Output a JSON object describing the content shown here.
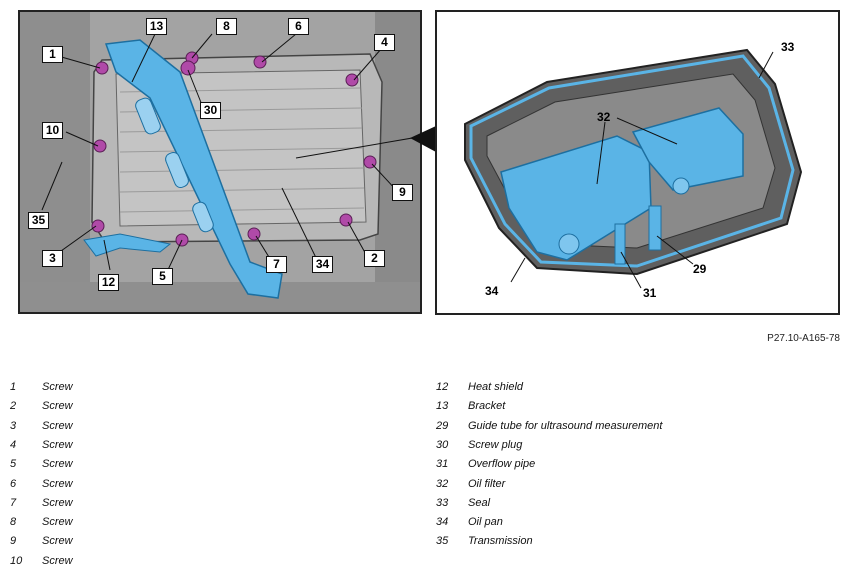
{
  "figure_ref": "P27.10-A165-78",
  "left_callouts": {
    "c1": "1",
    "c2": "2",
    "c3": "3",
    "c4": "4",
    "c5": "5",
    "c6": "6",
    "c7": "7",
    "c8": "8",
    "c9": "9",
    "c10": "10",
    "c12": "12",
    "c13": "13",
    "c30": "30",
    "c34": "34",
    "c35": "35"
  },
  "right_callouts": {
    "c29": "29",
    "c31": "31",
    "c32": "32",
    "c33": "33",
    "c34": "34"
  },
  "legend_left": [
    {
      "num": "1",
      "label": "Screw"
    },
    {
      "num": "2",
      "label": "Screw"
    },
    {
      "num": "3",
      "label": "Screw"
    },
    {
      "num": "4",
      "label": "Screw"
    },
    {
      "num": "5",
      "label": "Screw"
    },
    {
      "num": "6",
      "label": "Screw"
    },
    {
      "num": "7",
      "label": "Screw"
    },
    {
      "num": "8",
      "label": "Screw"
    },
    {
      "num": "9",
      "label": "Screw"
    },
    {
      "num": "10",
      "label": "Screw"
    }
  ],
  "legend_right": [
    {
      "num": "12",
      "label": "Heat shield"
    },
    {
      "num": "13",
      "label": "Bracket"
    },
    {
      "num": "29",
      "label": "Guide tube for ultrasound measurement"
    },
    {
      "num": "30",
      "label": "Screw plug"
    },
    {
      "num": "31",
      "label": "Overflow pipe"
    },
    {
      "num": "32",
      "label": "Oil filter"
    },
    {
      "num": "33",
      "label": "Seal"
    },
    {
      "num": "34",
      "label": "Oil pan"
    },
    {
      "num": "35",
      "label": "Transmission"
    }
  ],
  "colors": {
    "highlight_blue": "#5ab4e6",
    "screw_magenta": "#b04aa8",
    "housing_gray": "#9c9c9c"
  }
}
